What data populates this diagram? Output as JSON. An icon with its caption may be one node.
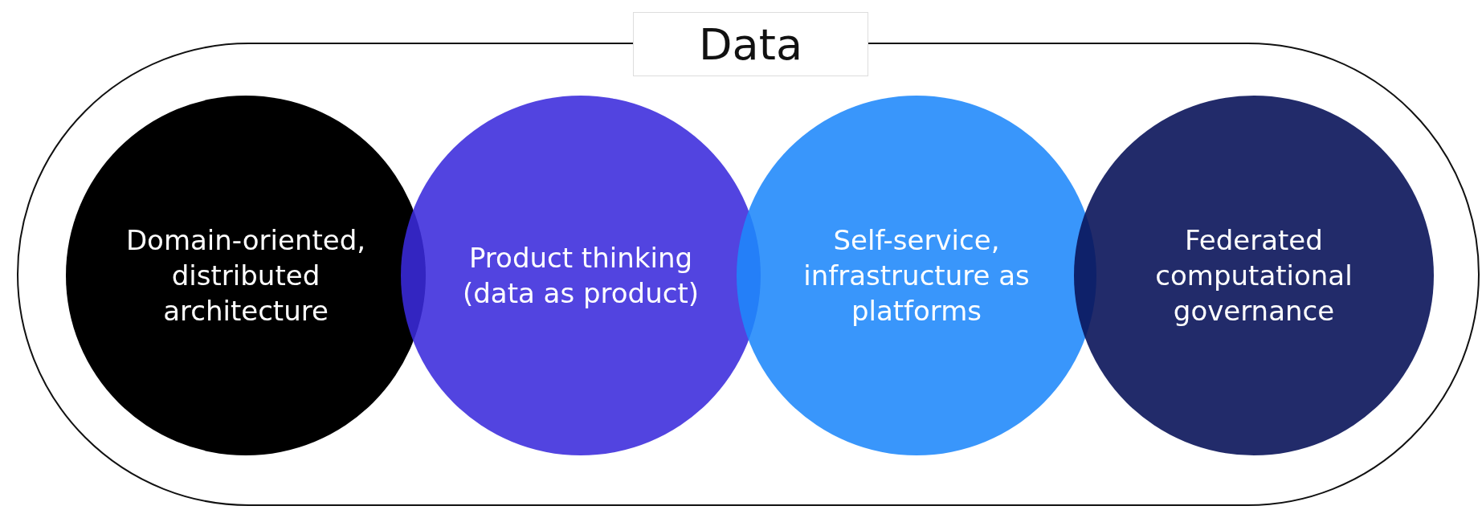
{
  "diagram": {
    "nodes": [
      {
        "text": [
          "Data"
        ]
      },
      {
        "text": [
          "Domain-oriented, distributed architecture"
        ],
        "in": 0
      },
      {
        "text": [
          "Product thinking (data as product)"
        ],
        "in": 0
      },
      {
        "text": [
          "Self-service, infrastructure as platforms"
        ],
        "in": 0
      },
      {
        "text": [
          "Federated computational governance"
        ],
        "in": 0
      }
    ],
    "edges": []
  }
}
